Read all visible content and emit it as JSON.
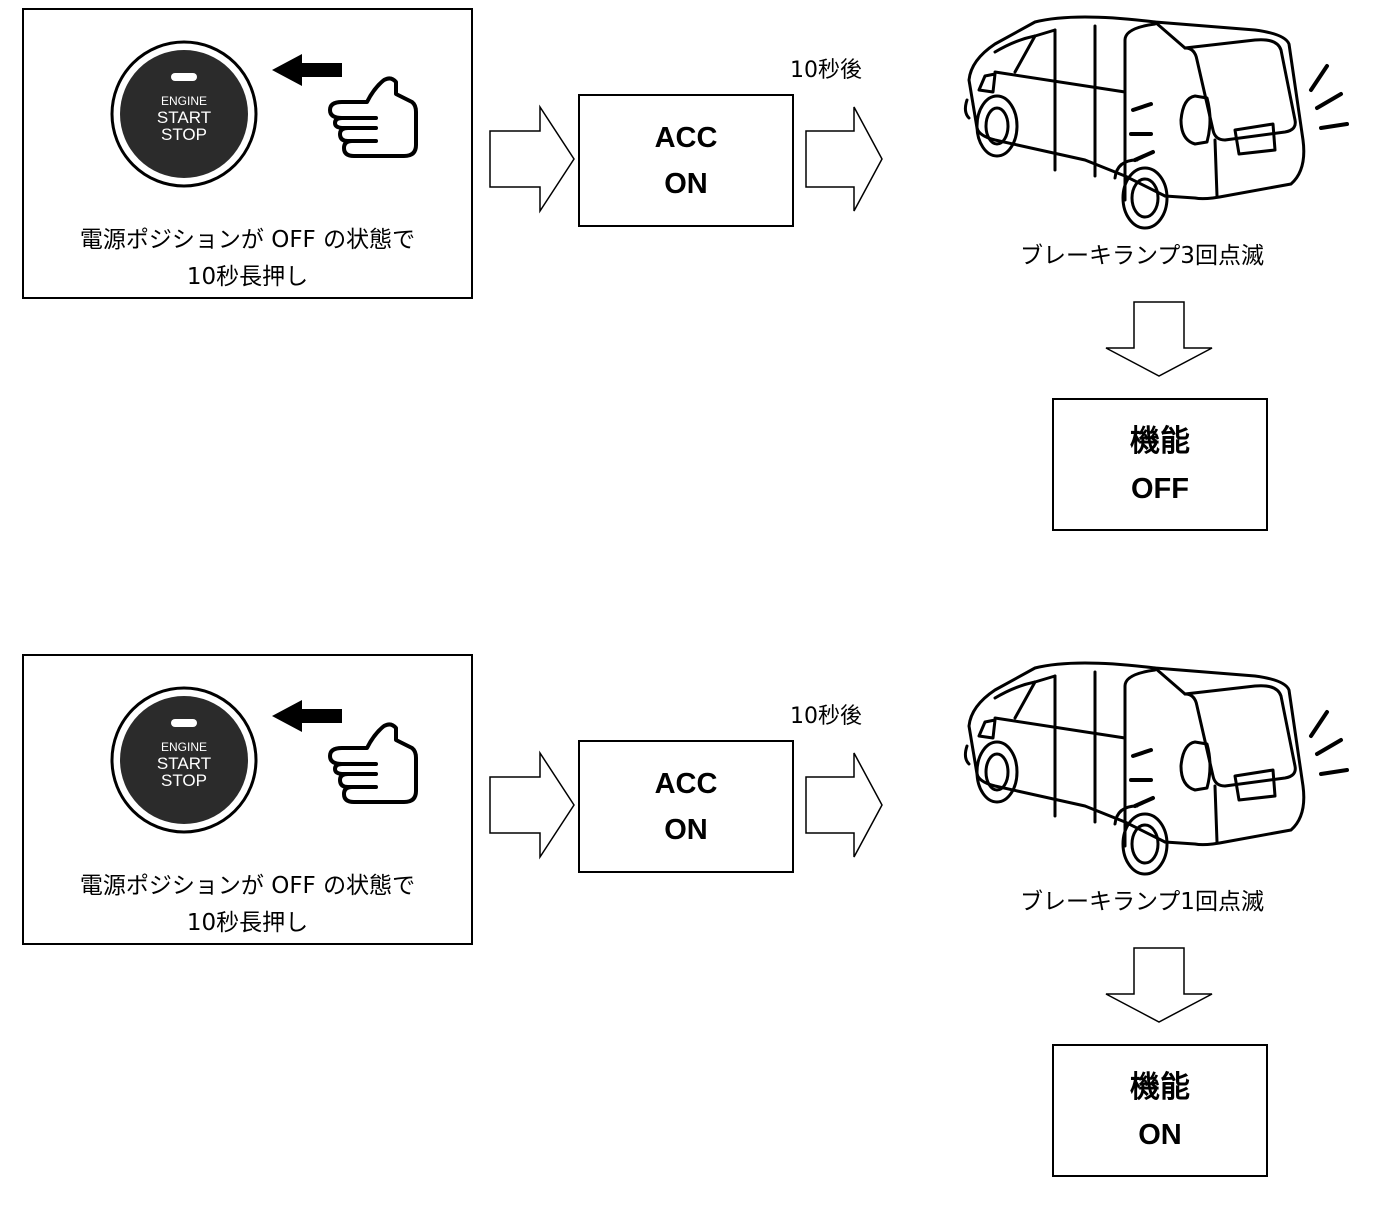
{
  "rows": [
    {
      "button": {
        "line1": "ENGINE",
        "line2": "START",
        "line3": "STOP"
      },
      "instruction": {
        "line1": "電源ポジションが OFF の状態で",
        "line2": "10秒長押し"
      },
      "acc_box": {
        "line1": "ACC",
        "line2": "ON"
      },
      "delay_label": "10秒後",
      "lamp_label": "ブレーキランプ3回点滅",
      "function_box": {
        "line1": "機能",
        "line2": "OFF"
      }
    },
    {
      "button": {
        "line1": "ENGINE",
        "line2": "START",
        "line3": "STOP"
      },
      "instruction": {
        "line1": "電源ポジションが OFF の状態で",
        "line2": "10秒長押し"
      },
      "acc_box": {
        "line1": "ACC",
        "line2": "ON"
      },
      "delay_label": "10秒後",
      "lamp_label": "ブレーキランプ1回点滅",
      "function_box": {
        "line1": "機能",
        "line2": "ON"
      }
    }
  ],
  "colors": {
    "button_face": "#2b2b2b",
    "line": "#000000",
    "background": "#ffffff"
  },
  "icons": [
    "power-button-icon",
    "left-arrow-icon",
    "pointing-hand-icon",
    "right-hollow-arrow-icon",
    "minivan-icon",
    "down-hollow-arrow-icon"
  ]
}
